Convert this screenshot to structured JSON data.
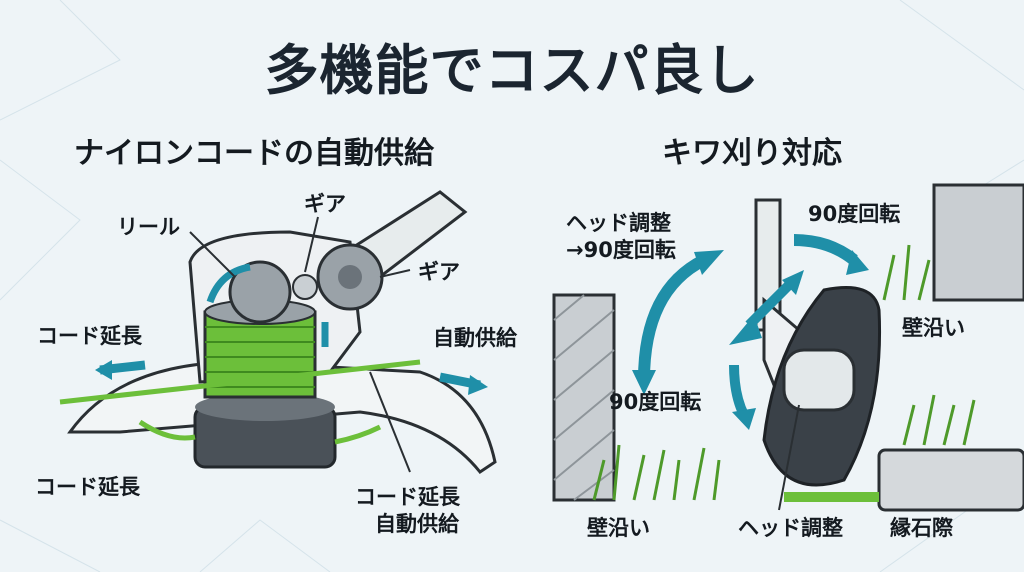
{
  "title": "多機能でコスパ良し",
  "left": {
    "heading": "ナイロンコードの自動供給",
    "labels": {
      "reel": "リール",
      "gear_top": "ギア",
      "gear_right": "ギア",
      "cord_extend_left": "コード延長",
      "auto_feed": "自動供給",
      "cord_extend_bottom": "コード延長",
      "cord_extend_feed_1": "コード延長",
      "cord_extend_feed_2": "自動供給"
    }
  },
  "right": {
    "heading": "キワ刈り対応",
    "labels": {
      "head_adjust_1": "ヘッド調整",
      "head_adjust_2": "→90度回転",
      "rotate_top": "90度回転",
      "rotate_mid": "90度回転",
      "wall_right": "壁沿い",
      "wall_bottom": "壁沿い",
      "head_adjust": "ヘッド調整",
      "curb": "縁石際"
    }
  },
  "colors": {
    "accent": "#1f8fa8",
    "cord": "#6cbf3a",
    "dark": "#3a4148"
  }
}
